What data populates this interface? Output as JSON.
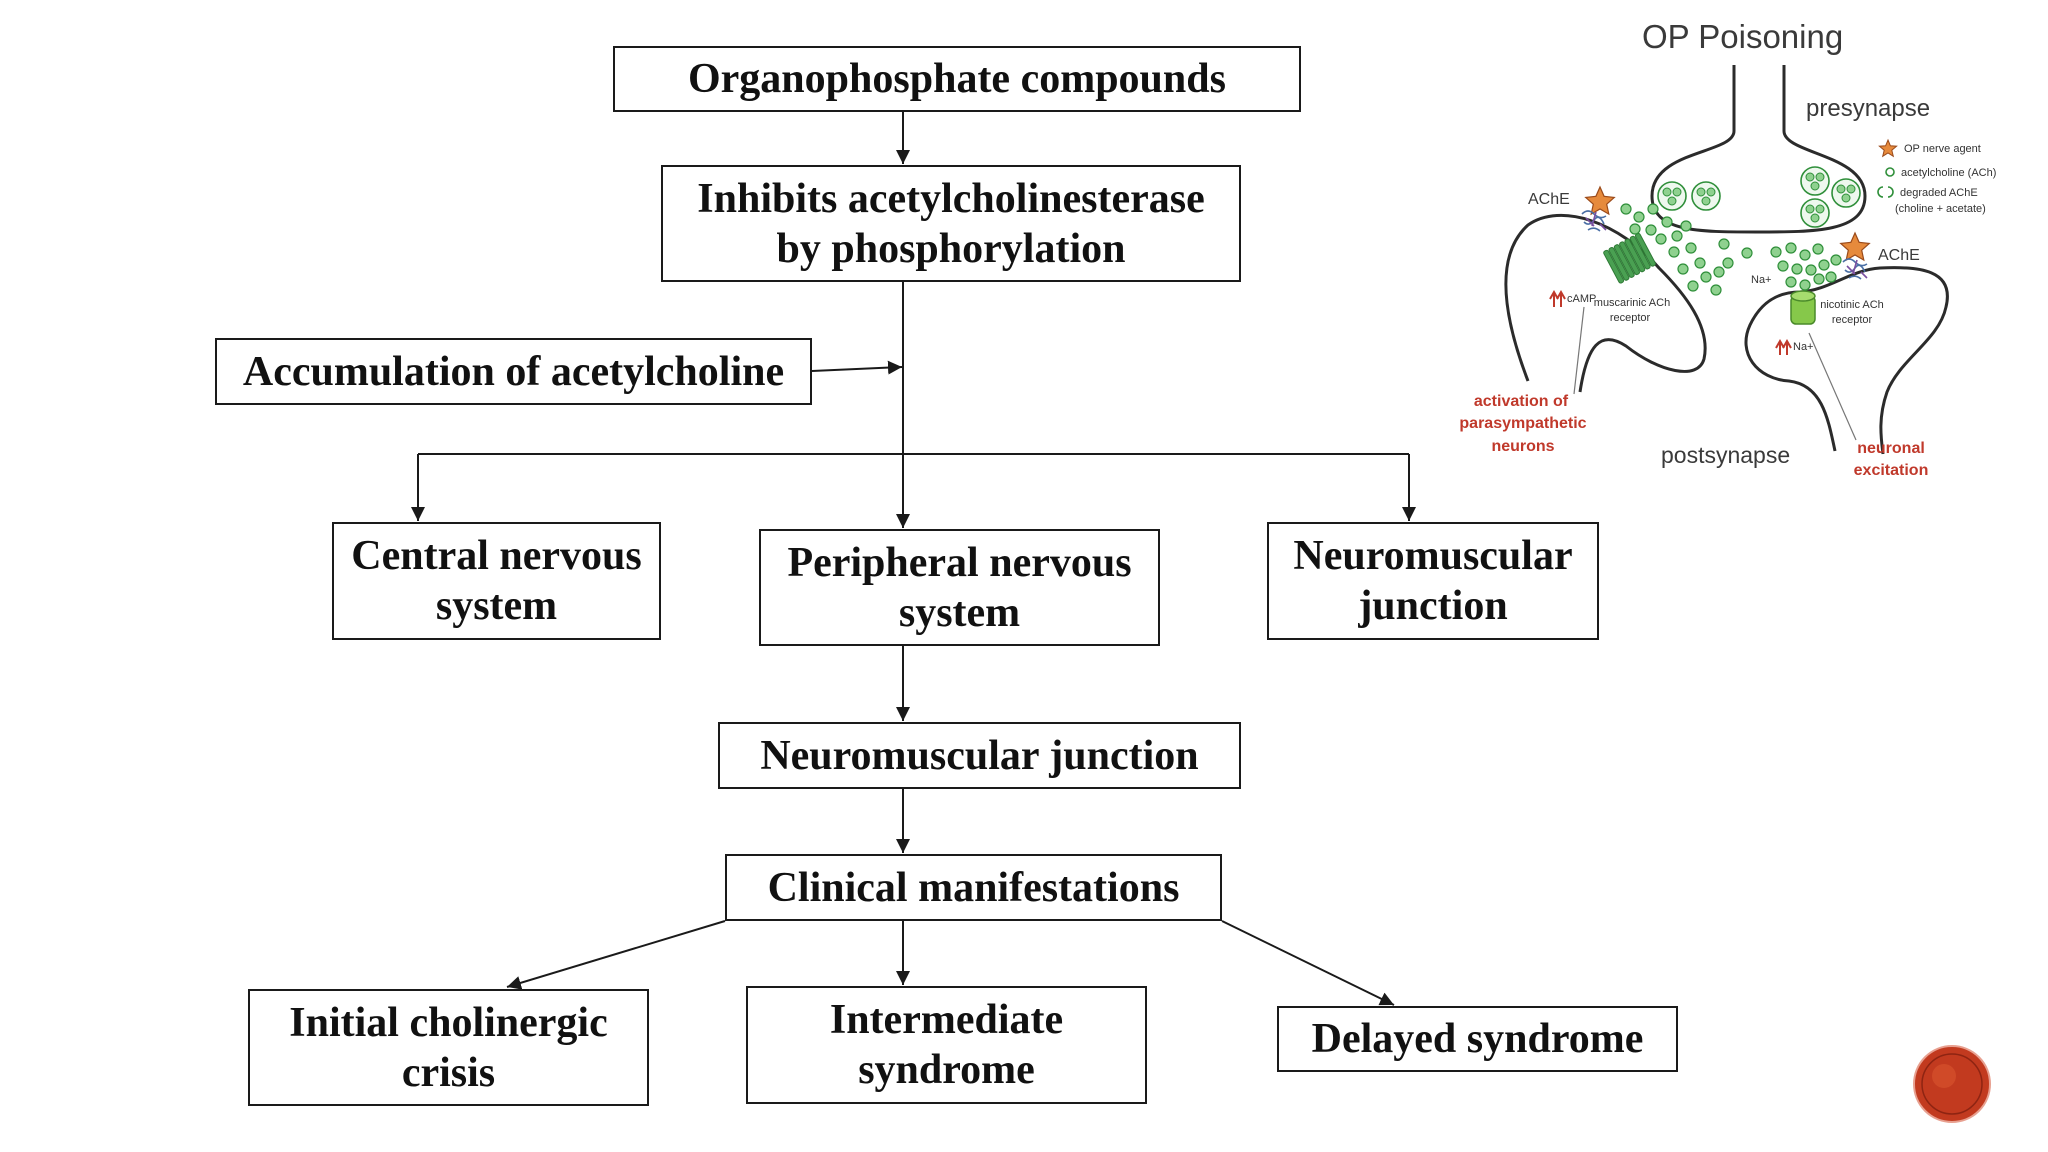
{
  "flowchart": {
    "organophosphate": {
      "lines": [
        "Organophosphate compounds"
      ]
    },
    "inhibits": {
      "lines": [
        "Inhibits acetylcholinesterase",
        "by phosphorylation"
      ]
    },
    "accumulation": {
      "lines": [
        "Accumulation of acetylcholine"
      ]
    },
    "central": {
      "lines": [
        "Central nervous",
        "system"
      ]
    },
    "peripheral": {
      "lines": [
        "Peripheral nervous",
        "system"
      ]
    },
    "neuromuscular_branch": {
      "lines": [
        "Neuromuscular",
        "junction"
      ]
    },
    "neuromuscular_junction": {
      "lines": [
        "Neuromuscular junction"
      ]
    },
    "clinical": {
      "lines": [
        "Clinical manifestations"
      ]
    },
    "initial": {
      "lines": [
        "Initial cholinergic",
        "crisis"
      ]
    },
    "intermediate": {
      "lines": [
        "Intermediate",
        "syndrome"
      ]
    },
    "delayed": {
      "lines": [
        "Delayed syndrome"
      ]
    }
  },
  "illustration": {
    "title": "OP Poisoning",
    "presynapse_label": "presynapse",
    "postsynapse_label": "postsynapse",
    "legend": {
      "op_agent": "OP nerve agent",
      "ach": "acetylcholine (ACh)",
      "degraded": "degraded AChE",
      "degraded_sub": "(choline + acetate)"
    },
    "ache_left": "AChE",
    "ache_right": "AChE",
    "camp": "cAMP",
    "muscarinic": [
      "muscarinic ACh",
      "receptor"
    ],
    "na_left": "Na+",
    "nicotinic": [
      "nicotinic ACh",
      "receptor"
    ],
    "na_right": "Na+",
    "activation": [
      "activation of",
      "parasympathetic",
      "neurons"
    ],
    "excitation": [
      "neuronal",
      "excitation"
    ]
  },
  "colors": {
    "ach_green": "#8fd18f",
    "ach_outline": "#2f8f3a",
    "receptor_green": "#4aa052",
    "op_star": "#e68a3c",
    "label_red": "#c0392b",
    "logo_red": "#c23a1f"
  }
}
